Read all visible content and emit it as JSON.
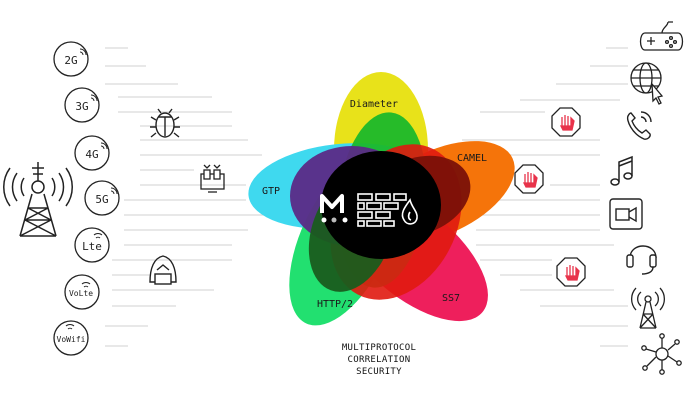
{
  "network_generations": [
    "2G",
    "3G",
    "4G",
    "5G",
    "Lte",
    "VoLte",
    "VoWifi"
  ],
  "protocols": {
    "diameter": "Diameter",
    "camel": "CAMEL",
    "gtp": "GTP",
    "http2": "HTTP/2",
    "ss7": "SS7"
  },
  "caption": [
    "MULTIPROTOCOL",
    "CORRELATION",
    "SECURITY"
  ],
  "colors": {
    "diameter": "#e8e21a",
    "camel": "#f5740a",
    "gtp": "#3fd9ef",
    "http2": "#22e070",
    "ss7": "#ee1f5c",
    "purple": "#5b2a86",
    "stop": "#e8334a"
  },
  "left_icons": [
    "cell-tower-icon",
    "bug-icon",
    "hacker-bot-icon",
    "hooded-hacker-icon"
  ],
  "right_icons": [
    "gamepad-icon",
    "globe-click-icon",
    "phone-call-icon",
    "music-note-icon",
    "video-camera-icon",
    "headset-icon",
    "radio-antenna-icon",
    "network-hub-icon",
    "stop-hand-icon"
  ]
}
